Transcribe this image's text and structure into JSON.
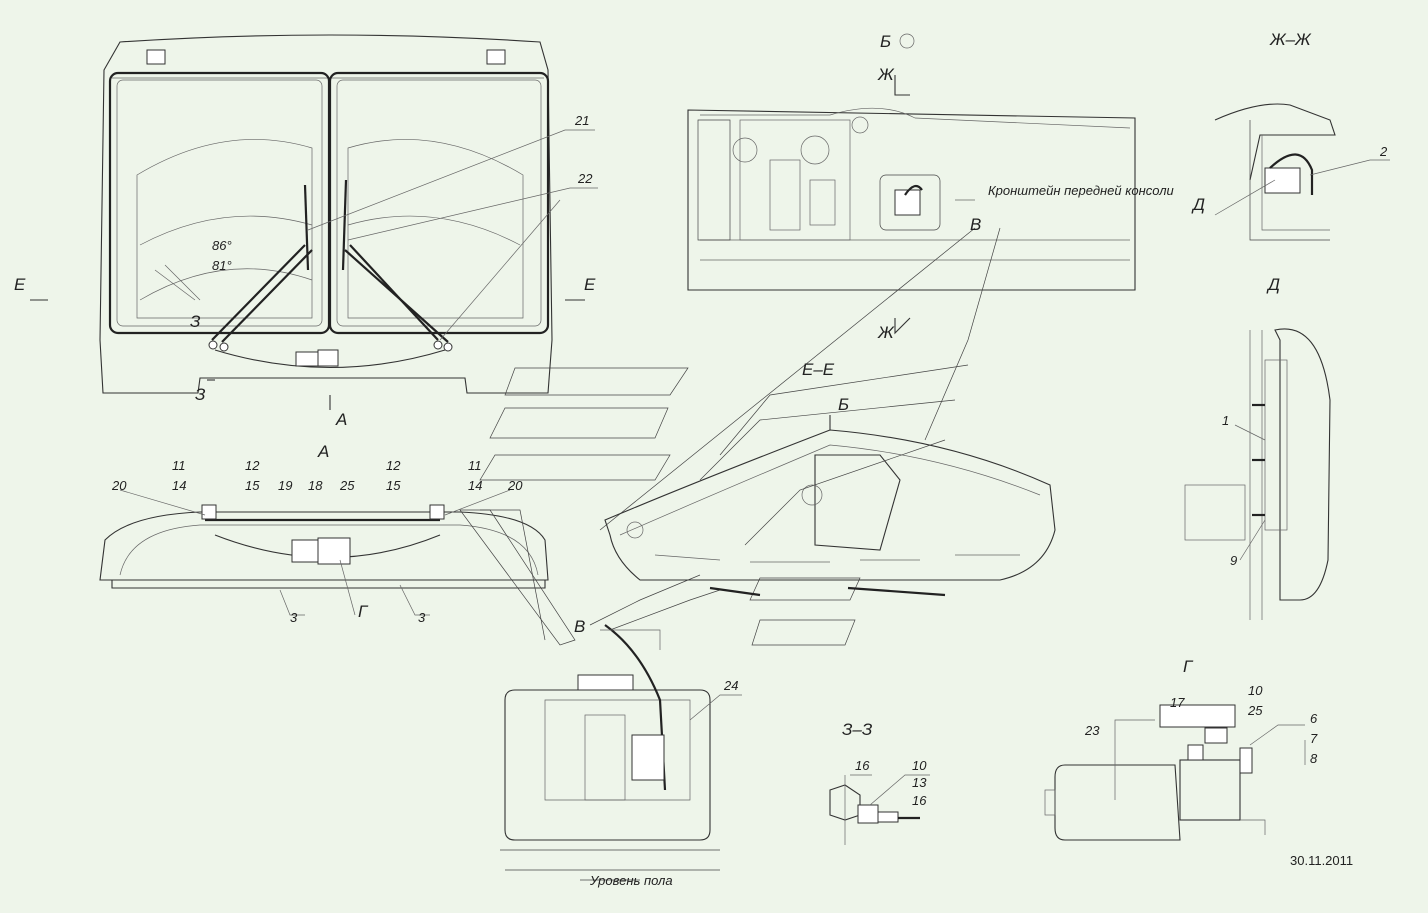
{
  "views": {
    "section_e_top": "Е",
    "section_e_arrow": "Е",
    "section_z_top": "З",
    "section_z_bottom": "З",
    "view_a_arrow": "А",
    "view_a_title": "А",
    "view_b_mark": "Б",
    "section_zh_top": "Ж",
    "section_zh_bottom": "Ж",
    "section_zh_title": "Ж–Ж",
    "view_d_title": "Д",
    "view_d_mark": "Д",
    "section_ee_title": "Е–Е",
    "view_b_ee": "Б",
    "view_v_panel": "В",
    "view_v_bottom": "В",
    "view_g_title": "Г",
    "view_g_mark": "Г",
    "section_zz_title": "З–З"
  },
  "angles": {
    "a1": "86°",
    "a2": "81°"
  },
  "notes": {
    "bracket": "Кронштейн передней консоли",
    "floor": "Уровень пола",
    "date": "30.11.2011"
  },
  "callouts": {
    "c21": "21",
    "c22": "22",
    "c2": "2",
    "c1": "1",
    "c9": "9",
    "c11a": "11",
    "c14a": "14",
    "c12a": "12",
    "c15a": "15",
    "c20a": "20",
    "c19": "19",
    "c18": "18",
    "c25a": "25",
    "c12b": "12",
    "c15b": "15",
    "c11b": "11",
    "c14b": "14",
    "c20b": "20",
    "c3a": "3",
    "c3b": "3",
    "c24": "24",
    "c10a": "10",
    "c13": "13",
    "c16a": "16",
    "c16b": "16",
    "c23": "23",
    "c17": "17",
    "c10b": "10",
    "c25b": "25",
    "c6": "6",
    "c7": "7",
    "c8": "8"
  }
}
